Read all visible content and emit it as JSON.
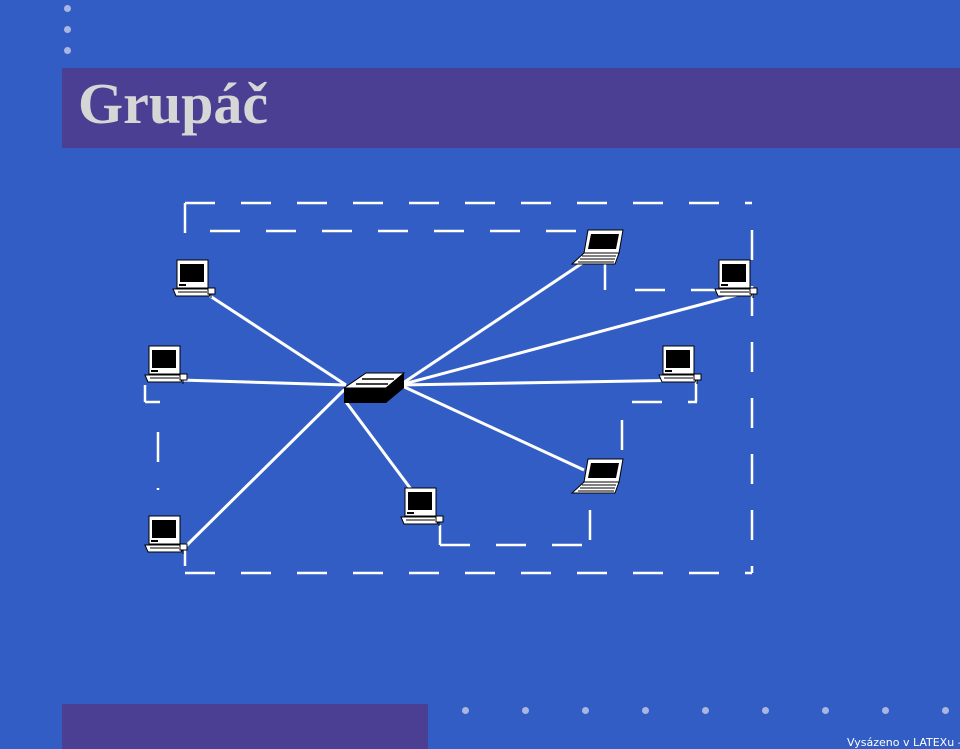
{
  "slide": {
    "title": "Grupáč",
    "footer": "Vysázeno v LATEXu – p."
  },
  "colors": {
    "background": "#325dc4",
    "title_bar": "#4a3f92",
    "title_text": "#d6d6d6",
    "dots": "#a9b6e2",
    "lines": "#ffffff"
  },
  "diagram": {
    "hub": {
      "icon": "switch-icon"
    },
    "nodes": [
      {
        "id": "pc1",
        "icon": "desktop-computer-icon"
      },
      {
        "id": "pc2",
        "icon": "desktop-computer-icon"
      },
      {
        "id": "pc3",
        "icon": "desktop-computer-icon"
      },
      {
        "id": "pc4",
        "icon": "desktop-computer-icon"
      },
      {
        "id": "laptop1",
        "icon": "laptop-icon"
      },
      {
        "id": "pc5",
        "icon": "desktop-computer-icon"
      },
      {
        "id": "pc6",
        "icon": "desktop-computer-icon"
      },
      {
        "id": "laptop2",
        "icon": "laptop-icon"
      }
    ],
    "groups": [
      {
        "id": "outer-group"
      },
      {
        "id": "inner-group"
      }
    ]
  }
}
